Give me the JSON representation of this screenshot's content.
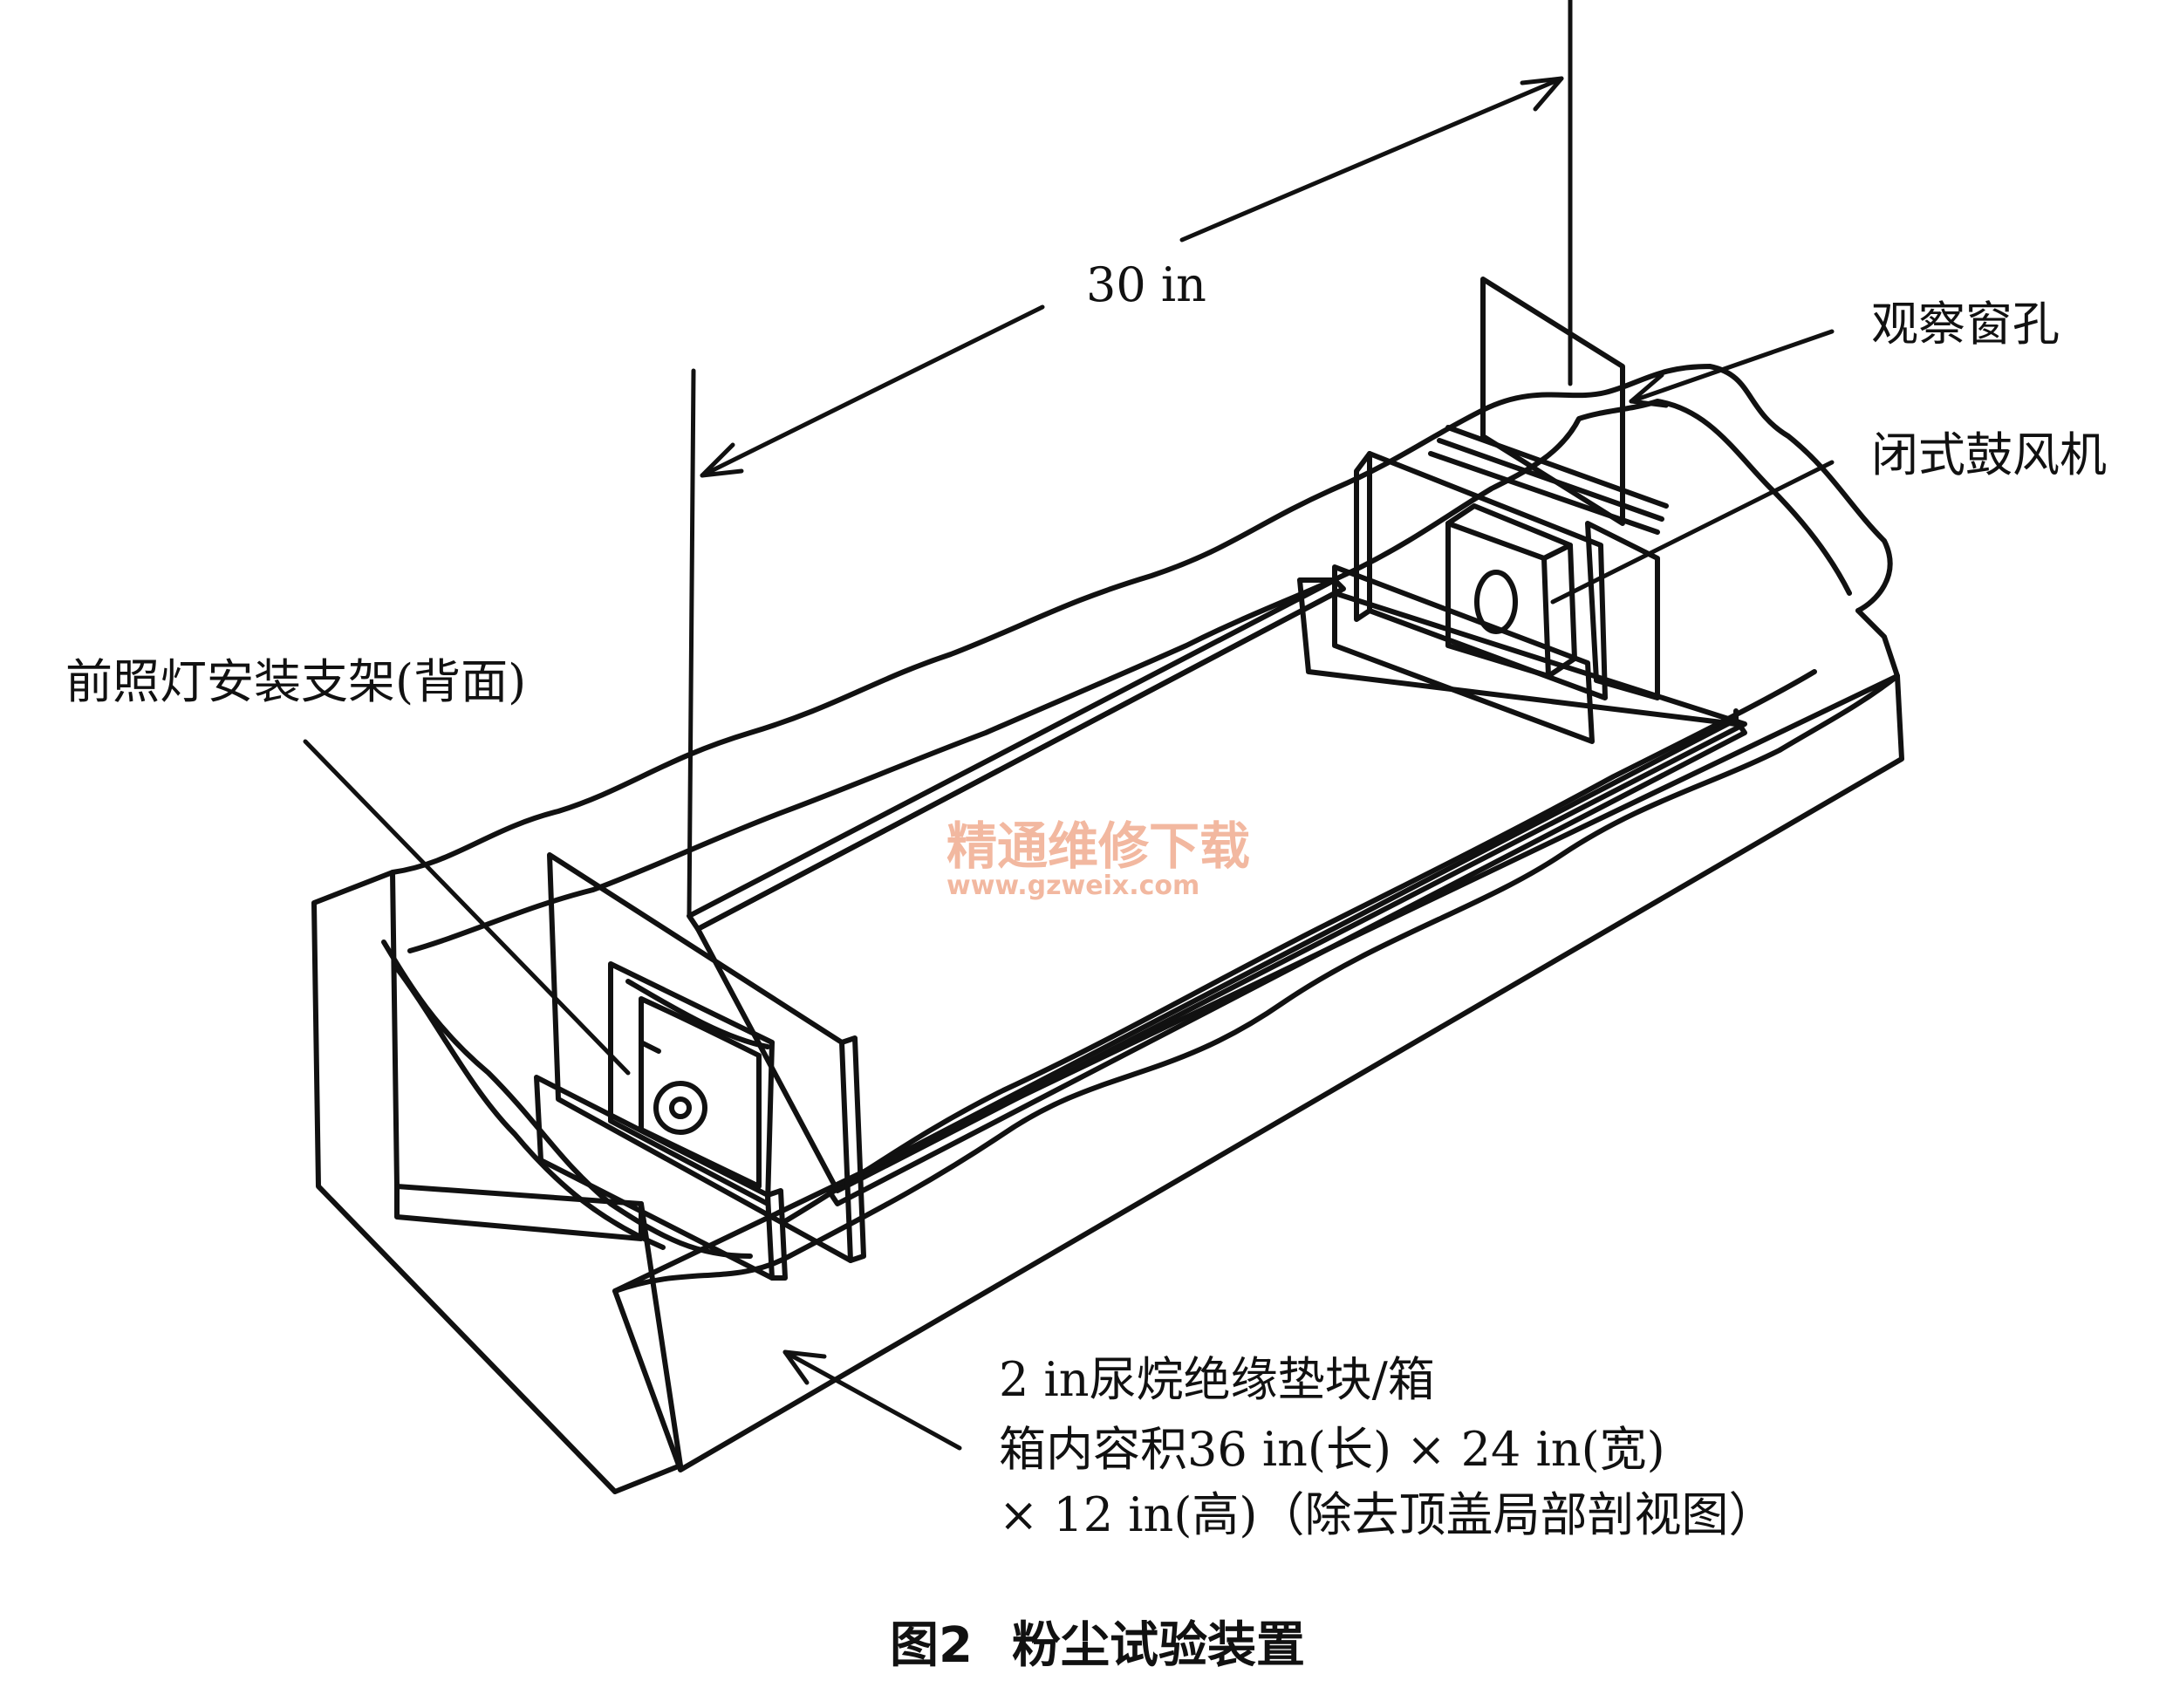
{
  "figure": {
    "labels": {
      "dimension": "30 in",
      "viewing_window": "观察窗孔",
      "closed_blower": "闭式鼓风机",
      "headlamp_bracket": "前照灯安装支架(背面)",
      "insulation_line1": "2 in尿烷绝缘垫块/箱",
      "insulation_line2": "箱内容积36 in(长) × 24 in(宽)",
      "insulation_line3": "× 12 in(高)（除去顶盖局部剖视图）"
    },
    "caption": {
      "number": "图2",
      "title": "粉尘试验装置"
    },
    "watermark": {
      "line1": "精通维修下载",
      "line2": "www.gzweix.com"
    }
  },
  "colors": {
    "ink": "#111111",
    "paper": "#ffffff",
    "watermark": "#f2b8a0"
  }
}
